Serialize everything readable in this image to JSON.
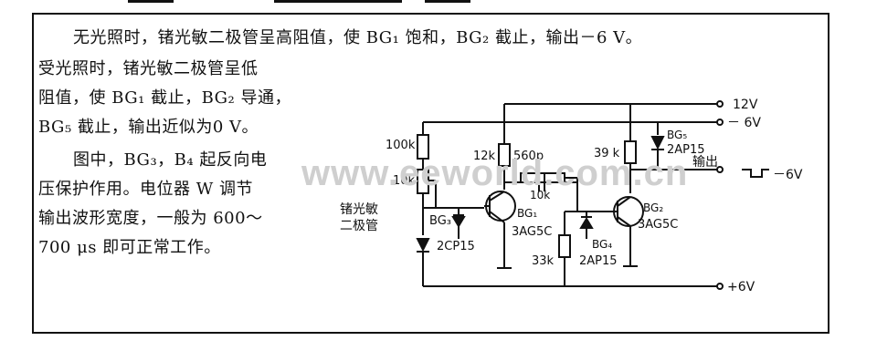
{
  "text": {
    "line1": "无光照时，锗光敏二极管呈高阻值，使 BG₁ 饱和，BG₂ 截止，输出－6 V。",
    "line2": "受光照时，锗光敏二极管呈低",
    "line3": "阻值，使 BG₁ 截止，BG₂ 导通，",
    "line4": "BG₅ 截止，输出近似为0 V。",
    "line5": "图中，BG₃，B₄ 起反向电",
    "line6": "压保护作用。电位器 W 调节",
    "line7": "输出波形宽度，一般为 600～",
    "line8": "700 μs 即可正常工作。"
  },
  "watermark": "www.eeworld.com.cn",
  "circuit": {
    "v_plus12": "12V",
    "v_minus6": "－ 6V",
    "v_plus6": "+6V",
    "r100k": "100k",
    "r10k": "10k",
    "r12k": "12k",
    "c560p": "560p",
    "w10k": "10k",
    "r39k": "39 k",
    "r33k": "33k",
    "bg5": "BG₅",
    "bg5_type": "2AP15",
    "output": "输出",
    "pulse_label": "－6V",
    "photodiode_label1": "锗光敏",
    "photodiode_label2": "二极管",
    "bg3": "BG₃",
    "bg1": "BG₁",
    "bg1_type": "3AG5C",
    "bg2": "BG₂",
    "bg2_type": "3AG5C",
    "bg4": "BG₄",
    "bg4_type": "2AP15",
    "cp15": "2CP15"
  }
}
